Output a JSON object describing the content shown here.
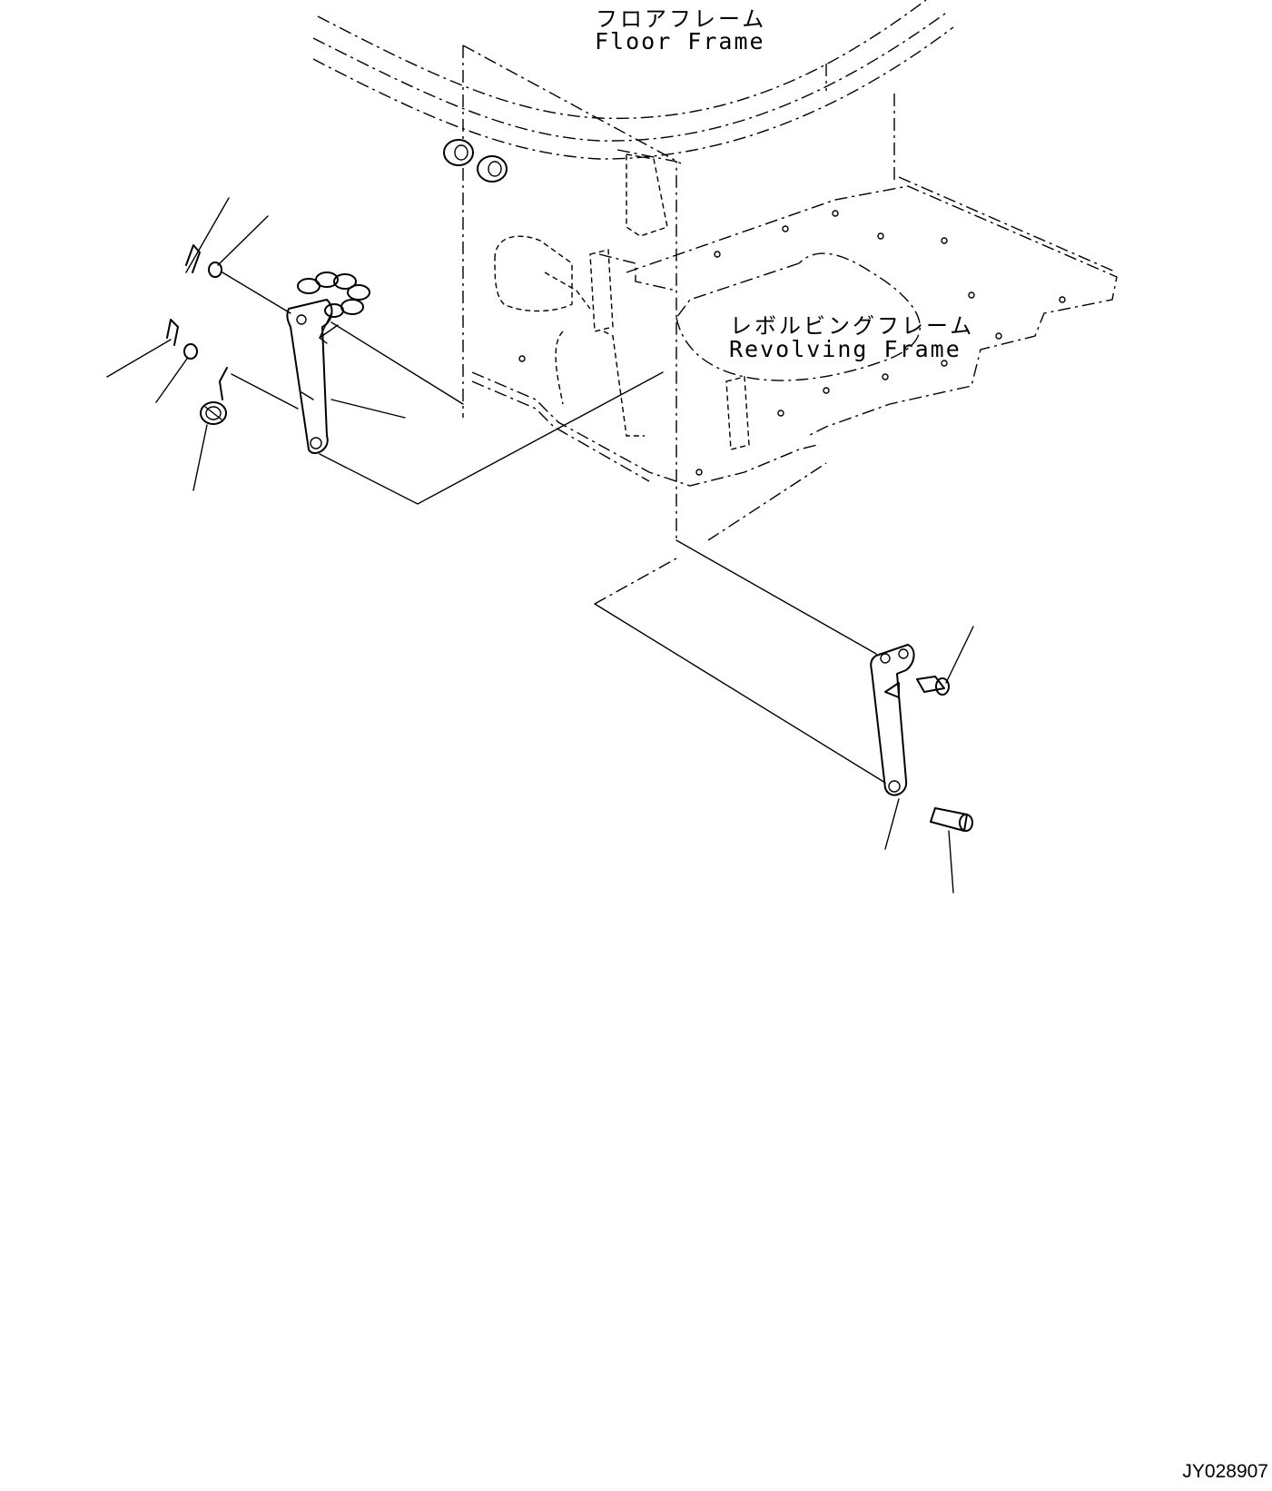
{
  "labels": {
    "floor_frame_jp": "フロアフレーム",
    "floor_frame_en": "Floor Frame",
    "revolving_frame_jp": "レボルビングフレーム",
    "revolving_frame_en": "Revolving Frame"
  },
  "drawing_id": "JY028907",
  "colors": {
    "line": "#000000",
    "background": "#ffffff"
  }
}
